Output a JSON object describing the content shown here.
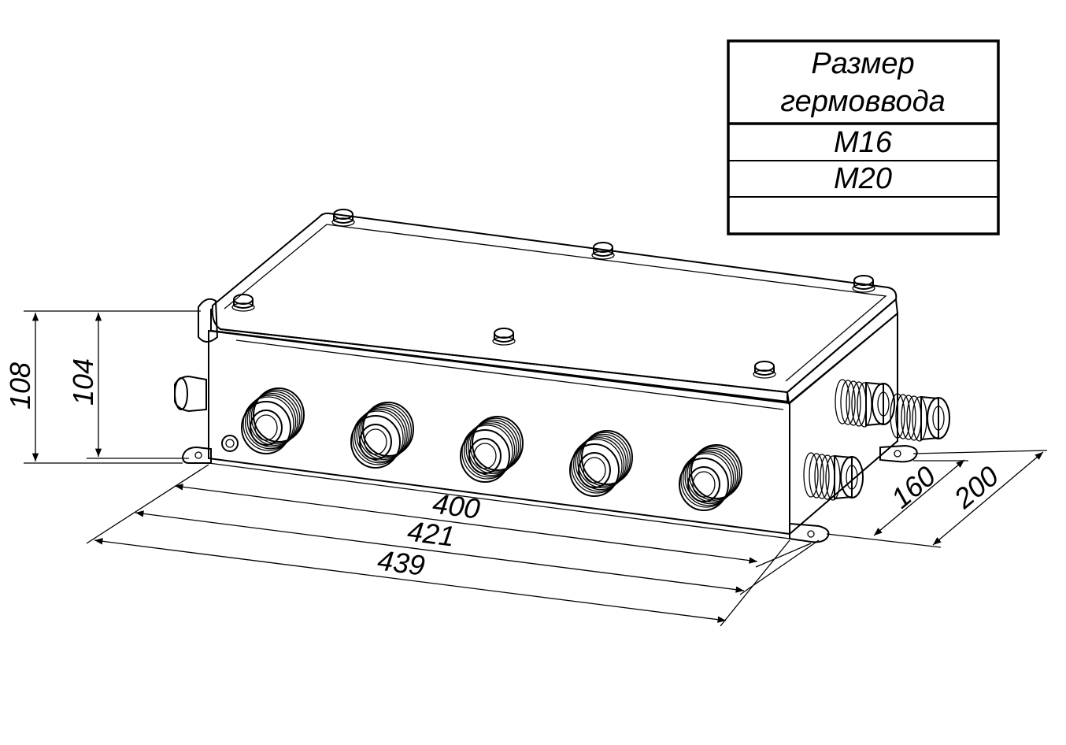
{
  "table": {
    "header_line1": "Размер",
    "header_line2": "гермоввода",
    "rows": [
      "M16",
      "M20",
      ""
    ]
  },
  "dimensions": {
    "height_outer": "108",
    "height_inner": "104",
    "length_body": "400",
    "length_mount": "421",
    "length_total": "439",
    "depth_body": "160",
    "depth_total": "200"
  },
  "front_glands_count": 5,
  "side_glands_count": 3
}
